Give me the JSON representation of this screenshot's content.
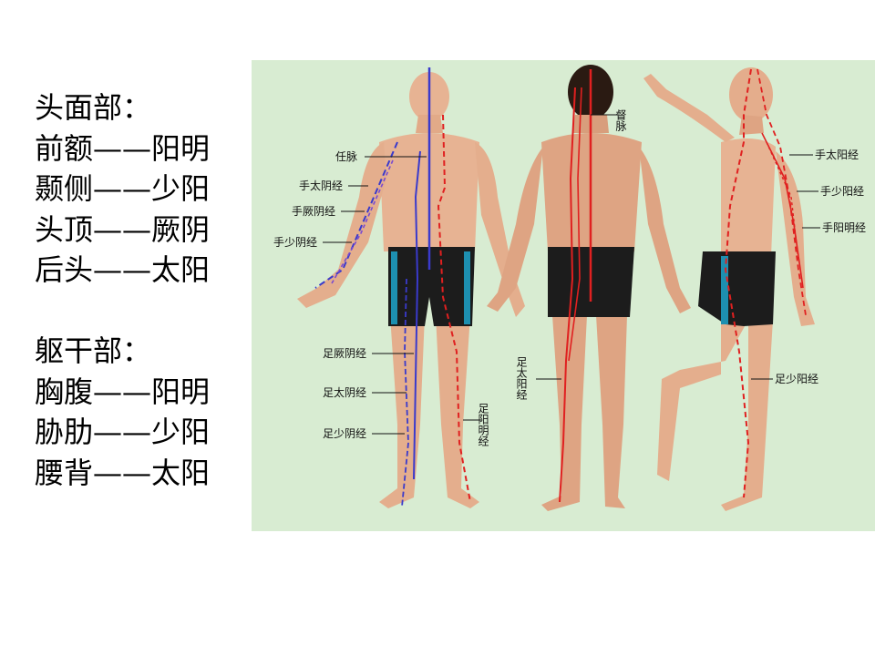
{
  "head_section": {
    "title": "头面部：",
    "rows": [
      {
        "region": "前额",
        "dash": "——",
        "channel": "阳明"
      },
      {
        "region": "颞侧",
        "dash": "——",
        "channel": "少阳"
      },
      {
        "region": "头顶",
        "dash": "——",
        "channel": "厥阴"
      },
      {
        "region": "后头",
        "dash": "——",
        "channel": "太阳"
      }
    ]
  },
  "trunk_section": {
    "title": "躯干部：",
    "rows": [
      {
        "region": "胸腹",
        "dash": "——",
        "channel": "阳明"
      },
      {
        "region": "胁肋",
        "dash": "——",
        "channel": "少阳"
      },
      {
        "region": "腰背",
        "dash": "——",
        "channel": "太阳"
      }
    ]
  },
  "figure_labels": {
    "ren_mai": "任脉",
    "shou_tai_yin": "手太阴经",
    "shou_jue_yin": "手厥阴经",
    "shou_shao_yin": "手少阴经",
    "zu_jue_yin": "足厥阴经",
    "zu_tai_yin": "足太阴经",
    "zu_shao_yin": "足少阴经",
    "zu_yang_ming": "足阳明经",
    "du_mai": "督脉",
    "zu_tai_yang": "足太阳经",
    "shou_tai_yang": "手太阳经",
    "shou_shao_yang": "手少阳经",
    "shou_yang_ming": "手阳明经",
    "zu_shao_yang": "足少阳经"
  },
  "colors": {
    "panel_bg": "#d8ecd2",
    "skin": "#e7b393",
    "shorts": "#1c1c1c",
    "stripe": "#1d8fb0",
    "yin_line": "#3a3acc",
    "yang_line": "#e02020"
  }
}
